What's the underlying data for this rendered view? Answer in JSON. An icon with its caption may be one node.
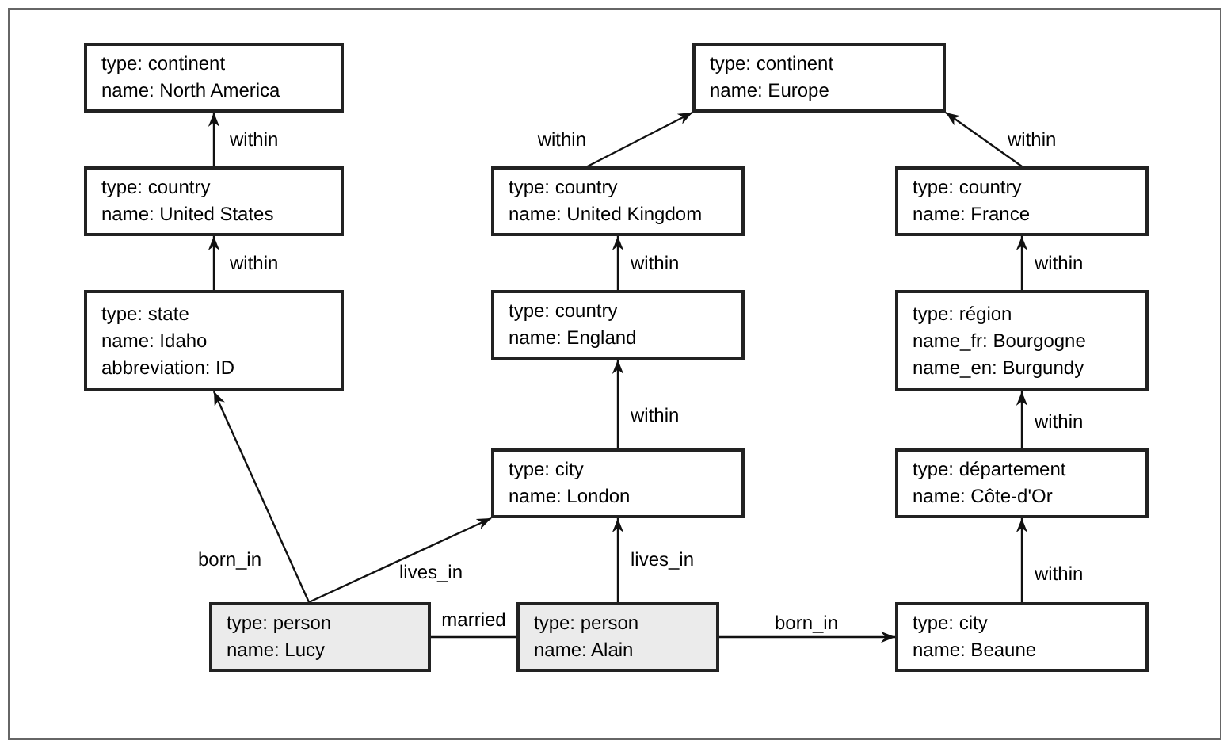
{
  "diagram": {
    "nodes": [
      {
        "text": [
          "type: continent",
          "name: North America"
        ]
      },
      {
        "text": [
          "type: country",
          "name: United States"
        ]
      },
      {
        "text": [
          "type: state",
          "name: Idaho",
          "abbreviation: ID"
        ]
      },
      {
        "text": [
          "type: continent",
          "name: Europe"
        ]
      },
      {
        "text": [
          "type: country",
          "name: United Kingdom"
        ]
      },
      {
        "text": [
          "type: country",
          "name: England"
        ]
      },
      {
        "text": [
          "type: city",
          "name: London"
        ]
      },
      {
        "text": [
          "type: country",
          "name: France"
        ]
      },
      {
        "text": [
          "type: région",
          "name_fr: Bourgogne",
          "name_en: Burgundy"
        ]
      },
      {
        "text": [
          "type: département",
          "name: Côte-d'Or"
        ]
      },
      {
        "text": [
          "type: city",
          "name: Beaune"
        ]
      },
      {
        "text": [
          "type: person",
          "name: Lucy"
        ]
      },
      {
        "text": [
          "type: person",
          "name: Alain"
        ]
      }
    ],
    "edges": [
      {
        "from": 1,
        "to": 0,
        "arrow": "to",
        "label": "within"
      },
      {
        "from": 2,
        "to": 1,
        "arrow": "to",
        "label": "within"
      },
      {
        "from": 4,
        "to": 3,
        "arrow": "to",
        "label": "within"
      },
      {
        "from": 7,
        "to": 3,
        "arrow": "to",
        "label": "within"
      },
      {
        "from": 5,
        "to": 4,
        "arrow": "to",
        "label": "within"
      },
      {
        "from": 6,
        "to": 5,
        "arrow": "to",
        "label": "within"
      },
      {
        "from": 8,
        "to": 7,
        "arrow": "to",
        "label": "within"
      },
      {
        "from": 9,
        "to": 8,
        "arrow": "to",
        "label": "within"
      },
      {
        "from": 10,
        "to": 9,
        "arrow": "to",
        "label": "within"
      },
      {
        "from": 11,
        "to": 2,
        "arrow": "to",
        "label": "born_in"
      },
      {
        "from": 11,
        "to": 6,
        "arrow": "to",
        "label": "lives_in"
      },
      {
        "from": 12,
        "to": 6,
        "arrow": "to",
        "label": "lives_in"
      },
      {
        "from": 11,
        "to": 12,
        "arrow": "none",
        "label": "married"
      },
      {
        "from": 12,
        "to": 10,
        "arrow": "to",
        "label": "born_in"
      }
    ]
  }
}
